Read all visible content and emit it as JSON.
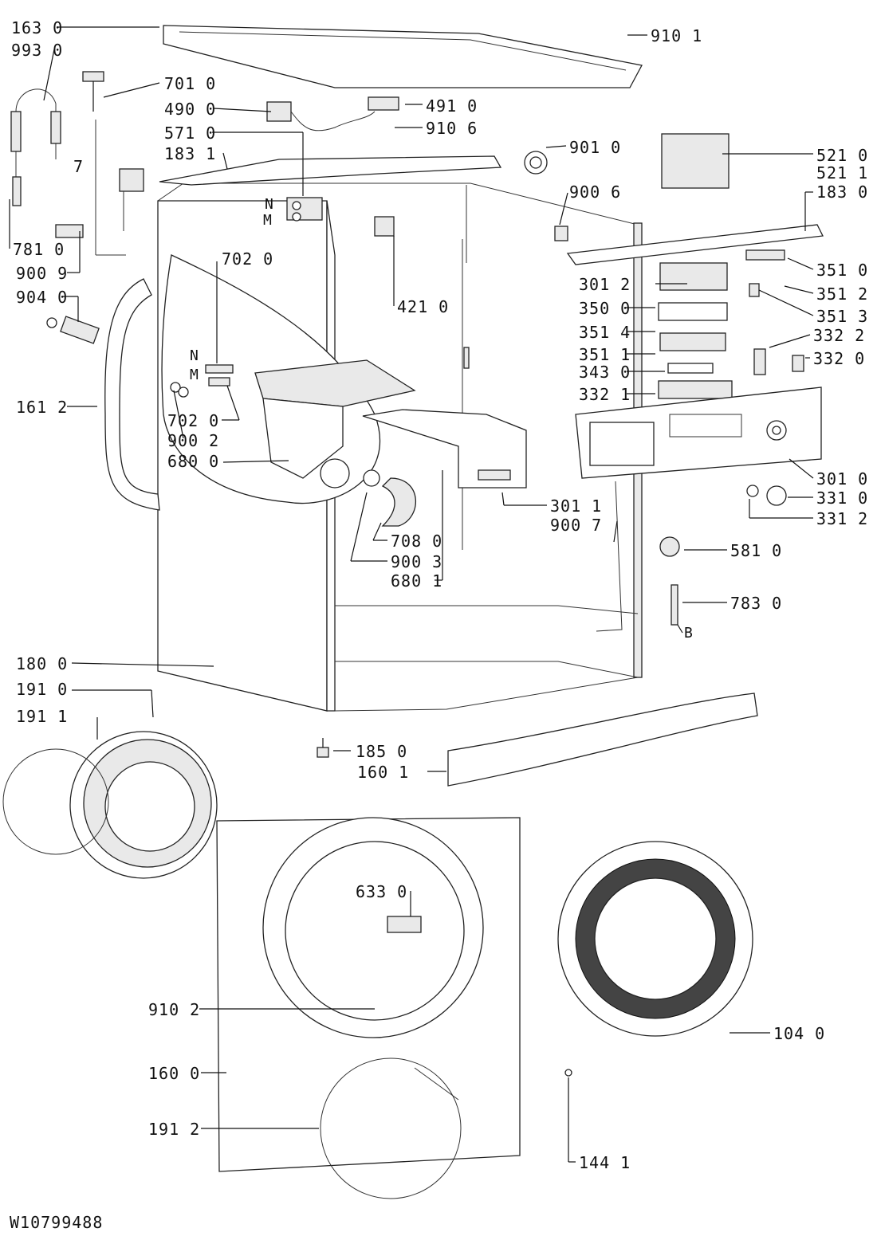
{
  "document_id": "W10799488",
  "callouts": [
    {
      "id": "c1630",
      "text": "163 0"
    },
    {
      "id": "c9930",
      "text": "993 0"
    },
    {
      "id": "c7",
      "text": "7"
    },
    {
      "id": "c7010",
      "text": "701 0"
    },
    {
      "id": "c4900",
      "text": "490 0"
    },
    {
      "id": "c4910",
      "text": "491 0"
    },
    {
      "id": "c9106",
      "text": "910 6"
    },
    {
      "id": "c5710",
      "text": "571 0"
    },
    {
      "id": "c1831",
      "text": "183 1"
    },
    {
      "id": "c9101",
      "text": "910 1"
    },
    {
      "id": "c9010",
      "text": "901 0"
    },
    {
      "id": "c5210",
      "text": "521 0"
    },
    {
      "id": "c5211",
      "text": "521 1"
    },
    {
      "id": "c9006",
      "text": "900 6"
    },
    {
      "id": "c1830",
      "text": "183 0"
    },
    {
      "id": "c7810",
      "text": "781 0"
    },
    {
      "id": "c9009",
      "text": "900 9"
    },
    {
      "id": "c9040",
      "text": "904 0"
    },
    {
      "id": "c7020a",
      "text": "702 0"
    },
    {
      "id": "c4210",
      "text": "421 0"
    },
    {
      "id": "c3510",
      "text": "351 0"
    },
    {
      "id": "c3012",
      "text": "301 2"
    },
    {
      "id": "c3512",
      "text": "351 2"
    },
    {
      "id": "c3500",
      "text": "350 0"
    },
    {
      "id": "c3513",
      "text": "351 3"
    },
    {
      "id": "c3514",
      "text": "351 4"
    },
    {
      "id": "c3322",
      "text": "332 2"
    },
    {
      "id": "c3511",
      "text": "351 1"
    },
    {
      "id": "c3320",
      "text": "332 0"
    },
    {
      "id": "c3430",
      "text": "343 0"
    },
    {
      "id": "c3321",
      "text": "332 1"
    },
    {
      "id": "c1612",
      "text": "161 2"
    },
    {
      "id": "c7020b",
      "text": "702 0"
    },
    {
      "id": "c9002",
      "text": "900 2"
    },
    {
      "id": "c6800",
      "text": "680 0"
    },
    {
      "id": "c3010",
      "text": "301 0"
    },
    {
      "id": "c3310",
      "text": "331 0"
    },
    {
      "id": "c3011",
      "text": "301 1"
    },
    {
      "id": "c3312",
      "text": "331 2"
    },
    {
      "id": "c9007",
      "text": "900 7"
    },
    {
      "id": "c5810",
      "text": "581 0"
    },
    {
      "id": "c7080",
      "text": "708 0"
    },
    {
      "id": "c9003",
      "text": "900 3"
    },
    {
      "id": "c6801",
      "text": "680 1"
    },
    {
      "id": "c7830",
      "text": "783 0"
    },
    {
      "id": "c1800",
      "text": "180 0"
    },
    {
      "id": "c1910",
      "text": "191 0"
    },
    {
      "id": "c1911",
      "text": "191 1"
    },
    {
      "id": "c1850",
      "text": "185 0"
    },
    {
      "id": "c1601",
      "text": "160 1"
    },
    {
      "id": "c6330",
      "text": "633 0"
    },
    {
      "id": "c9102",
      "text": "910 2"
    },
    {
      "id": "c1040",
      "text": "104 0"
    },
    {
      "id": "c1600",
      "text": "160 0"
    },
    {
      "id": "c1912",
      "text": "191 2"
    },
    {
      "id": "c1441",
      "text": "144 1"
    }
  ],
  "markers": {
    "n_valve": "N",
    "m_valve": "M",
    "n_wire": "N",
    "m_wire": "M",
    "b": "B"
  }
}
